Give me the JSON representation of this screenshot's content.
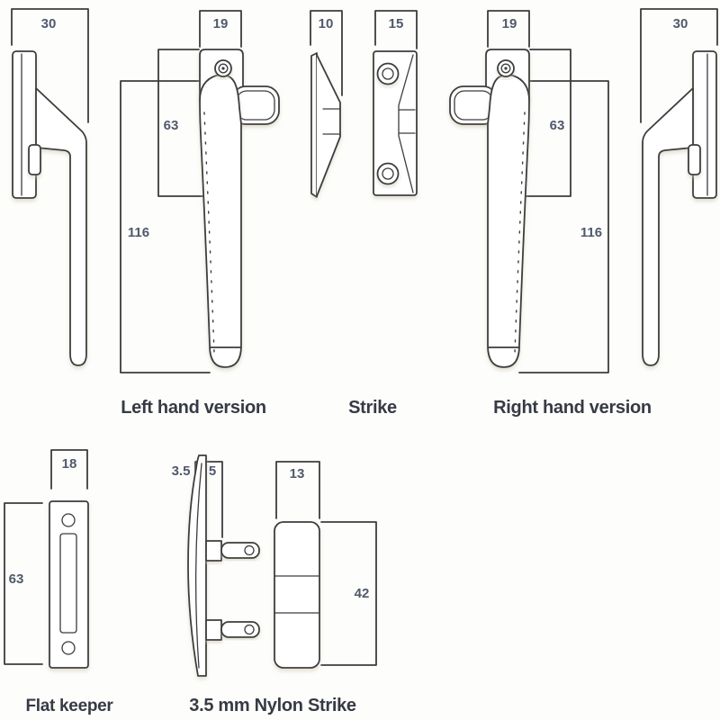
{
  "colors": {
    "background": "#fdfdfb",
    "line": "#3c3c3e",
    "dimension_text": "#50596b",
    "label_text": "#363a45",
    "shadow": "#d8d1bd"
  },
  "top_row": {
    "left_side_view": {
      "width": "30"
    },
    "left_front_view": {
      "width": "19",
      "backplate_height": "63",
      "overall_height": "116"
    },
    "strike_side_view": {
      "depth": "10"
    },
    "strike_front_view": {
      "width": "15"
    },
    "right_front_view": {
      "width": "19",
      "backplate_height": "63",
      "overall_height": "116"
    },
    "right_side_view": {
      "width": "30"
    },
    "left_label": "Left hand version",
    "strike_label": "Strike",
    "right_label": "Right hand version"
  },
  "bottom_row": {
    "flat_keeper": {
      "width": "18",
      "height": "63",
      "label": "Flat keeper"
    },
    "nylon_strike": {
      "thickness": "3.5",
      "stud_dim": "5",
      "width": "13",
      "height": "42",
      "label": "3.5 mm Nylon Strike"
    }
  }
}
